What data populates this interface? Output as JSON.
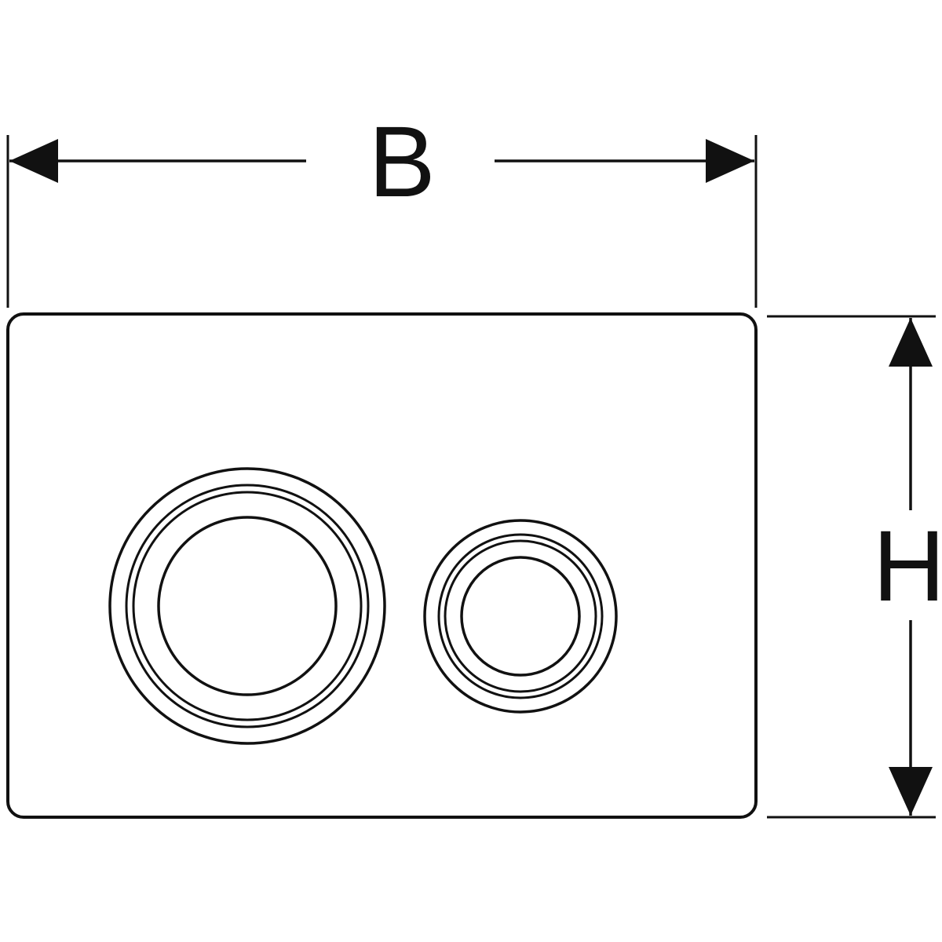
{
  "diagram": {
    "type": "technical-dimension-drawing",
    "subject": "dual-flush actuator plate, front view with overall dimensions",
    "labels": {
      "width": "B",
      "height": "H"
    },
    "colors": {
      "line": "#111111",
      "background": "#ffffff"
    }
  }
}
